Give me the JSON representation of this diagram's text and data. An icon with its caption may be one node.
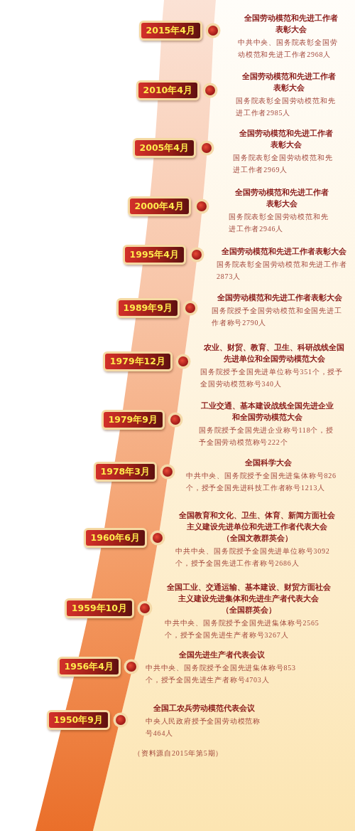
{
  "diagram": {
    "nodes": [
      {
        "text": [
          "2015年4月"
        ],
        "beside": [
          "全国劳动模范和先进工作者表彰大会",
          "中共中央、国务院表彰全国劳动模范和先进工作者2968人"
        ]
      },
      {
        "text": [
          "2010年4月"
        ],
        "beside": [
          "全国劳动模范和先进工作者表彰大会",
          "国务院表彰全国劳动模范和先进工作者2985人"
        ]
      },
      {
        "text": [
          "2005年4月"
        ],
        "beside": [
          "全国劳动模范和先进工作者表彰大会",
          "国务院表彰全国劳动模范和先进工作者2969人"
        ]
      },
      {
        "text": [
          "2000年4月"
        ],
        "beside": [
          "全国劳动模范和先进工作者表彰大会",
          "国务院表彰全国劳动模范和先进工作者2946人"
        ]
      },
      {
        "text": [
          "1995年4月"
        ],
        "beside": [
          "全国劳动模范和先进工作者表彰大会",
          "国务院表彰全国劳动模范和先进工作者2873人"
        ]
      },
      {
        "text": [
          "1989年9月"
        ],
        "beside": [
          "全国劳动模范和先进工作者表彰大会",
          "国务院授予全国劳动模范和全国先进工作者称号2790人"
        ]
      },
      {
        "text": [
          "1979年12月"
        ],
        "beside": [
          "农业、财贸、教育、卫生、科研战线全国先进单位和全国劳动模范大会",
          "国务院授予全国先进单位称号351个，授予全国劳动模范称号340人"
        ]
      },
      {
        "text": [
          "1979年9月"
        ],
        "beside": [
          "工业交通、基本建设战线全国先进企业和全国劳动模范大会",
          "国务院授予全国先进企业称号118个，授予全国劳动模范称号222个"
        ]
      },
      {
        "text": [
          "1978年3月"
        ],
        "beside": [
          "全国科学大会",
          "中共中央、国务院授予全国先进集体称号826个，授予全国先进科技工作者称号1213人"
        ]
      },
      {
        "text": [
          "1960年6月"
        ],
        "beside": [
          "全国教育和文化、卫生、体育、新闻方面社会主义建设先进单位和先进工作者代表大会",
          "（全国文教群英会）",
          "中共中央、国务院授予全国先进单位称号3092个，授予全国先进工作者称号2686人"
        ]
      },
      {
        "text": [
          "1959年10月"
        ],
        "beside": [
          "全国工业、交通运输、基本建设、财贸方面社会主义建设先进集体和先进生产者代表大会",
          "（全国群英会）",
          "中共中央、国务院授予全国先进集体称号2565个，授予全国先进生产者称号3267人"
        ]
      },
      {
        "text": [
          "1956年4月"
        ],
        "beside": [
          "全国先进生产者代表会议",
          "中共中央、国务院授予全国先进集体称号853个，授予全国先进生产者称号4703人"
        ]
      },
      {
        "text": [
          "1950年9月"
        ],
        "beside": [
          "全国工农兵劳动模范代表会议",
          "中央人民政府授予全国劳动模范称号464人"
        ]
      }
    ],
    "labels": [
      "（资料源自2015年第5期）"
    ]
  }
}
